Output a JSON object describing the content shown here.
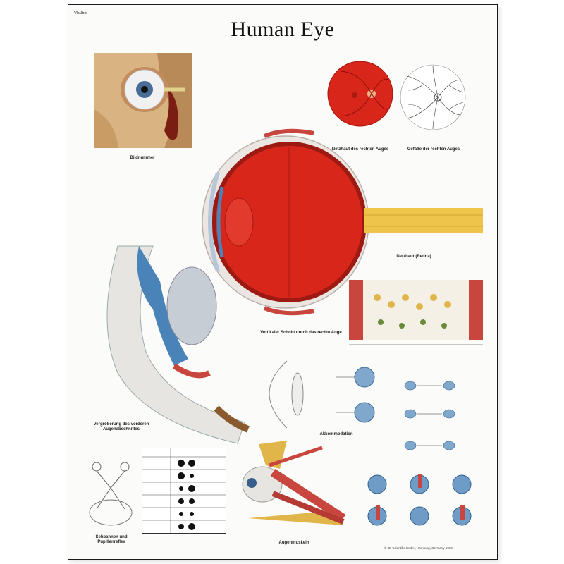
{
  "poster": {
    "code": "VE255",
    "title": "Human Eye"
  },
  "captions": {
    "orbit": "Bildnummer",
    "retina_left": "Netzhaut des rechten Auges",
    "retina_right": "Gefäße der rechten Auges",
    "cross_section": "Vertikaler Schnitt durch das rechte Auge",
    "anterior": "Vergrößerung des vorderen Augenabschnittes",
    "accommodation": "Akkommodation",
    "retina_layers": "Netzhaut (Retina)",
    "muscles": "Augenmuskeln",
    "visual_field": "Sehbahnen und Pupillenreflex"
  },
  "footer": {
    "publisher": "© 3B Scientific GmbH, Hamburg, Germany 1995"
  },
  "colors": {
    "eyeball_red": "#d8261b",
    "sclera": "#ebe6e2",
    "iris_blue": "#4a83b8",
    "nerve_yellow": "#eec54a",
    "muscle_red": "#c9463e"
  }
}
